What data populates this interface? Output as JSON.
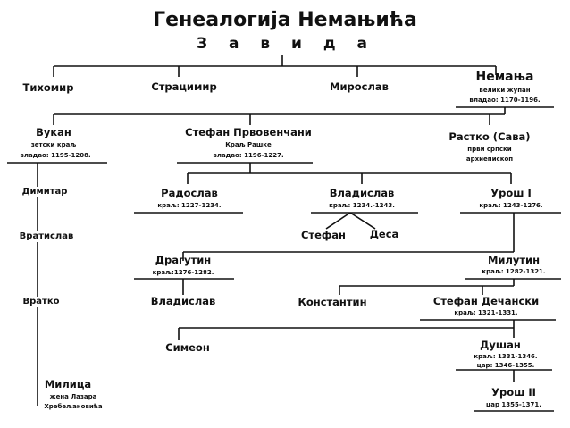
{
  "title": "Генеалогија Немањића",
  "root": "З а в и д а",
  "gen1": {
    "tihomir": "Тихомир",
    "stracimir": "Страцимир",
    "miroslav": "Мирослав",
    "nemanja": {
      "name": "Немања",
      "t1": "велики жупан",
      "t2": "владао: 1170-1196."
    }
  },
  "gen2": {
    "vukan": {
      "name": "Вукан",
      "t1": "зетски краљ",
      "t2": "владао: 1195-1208."
    },
    "stefan": {
      "name": "Стефан Првовенчани",
      "t1": "Краљ Рашке",
      "t2": "владао: 1196-1227."
    },
    "rastko": {
      "name": "Растко (Сава)",
      "t1": "први српски",
      "t2": "архиепископ"
    }
  },
  "vukan_line": [
    "Димитар",
    "Вратислав",
    "Вратко"
  ],
  "milica": {
    "name": "Милица",
    "t1": "жена Лазара",
    "t2": "Хребељановића"
  },
  "gen3": {
    "radoslav": {
      "name": "Радослав",
      "t1": "краљ: 1227-1234."
    },
    "vladislav": {
      "name": "Владислав",
      "t1": "краљ: 1234.-1243."
    },
    "uros1": {
      "name": "Урош I",
      "t1": "краљ: 1243-1276."
    }
  },
  "vladislav_children": [
    "Стефан",
    "Деса"
  ],
  "dragutin": {
    "name": "Драгутин",
    "t1": "краљ:1276-1282."
  },
  "vladislav2": "Владислав",
  "milutin": {
    "name": "Милутин",
    "t1": "краљ: 1282-1321."
  },
  "konstantin": "Константин",
  "decanski": {
    "name": "Стефан Дечански",
    "t1": "краљ: 1321-1331."
  },
  "simeon": "Симеон",
  "dusan": {
    "name": "Душан",
    "t1": "краљ: 1331-1346.",
    "t2": "цар: 1346-1355."
  },
  "uros2": {
    "name": "Урош II",
    "t1": "цар 1355-1371."
  }
}
